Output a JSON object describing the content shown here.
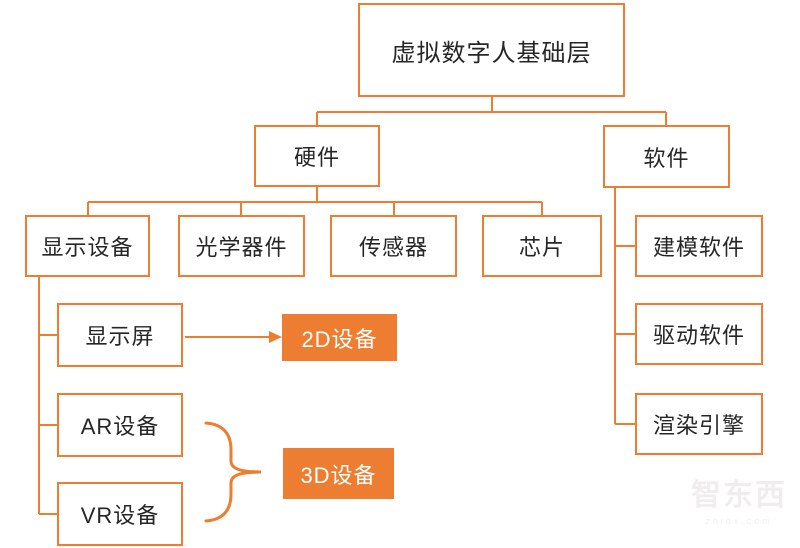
{
  "diagram": {
    "title": "虚拟数字人基础层",
    "nodes": {
      "root": "虚拟数字人基础层",
      "hardware": "硬件",
      "software": "软件",
      "display_device": "显示设备",
      "optical_components": "光学器件",
      "sensor": "传感器",
      "chip": "芯片",
      "display_screen": "显示屏",
      "ar_device": "AR设备",
      "vr_device": "VR设备",
      "device_2d": "2D设备",
      "device_3d": "3D设备",
      "modeling_software": "建模软件",
      "driver_software": "驱动软件",
      "render_engine": "渲染引擎"
    },
    "edges": [
      {
        "from": "root",
        "to": "hardware"
      },
      {
        "from": "root",
        "to": "software"
      },
      {
        "from": "hardware",
        "to": "display_device"
      },
      {
        "from": "hardware",
        "to": "optical_components"
      },
      {
        "from": "hardware",
        "to": "sensor"
      },
      {
        "from": "hardware",
        "to": "chip"
      },
      {
        "from": "software",
        "to": "modeling_software"
      },
      {
        "from": "software",
        "to": "driver_software"
      },
      {
        "from": "software",
        "to": "render_engine"
      },
      {
        "from": "display_device",
        "to": "display_screen"
      },
      {
        "from": "display_device",
        "to": "ar_device"
      },
      {
        "from": "display_device",
        "to": "vr_device"
      },
      {
        "from": "display_screen",
        "to": "device_2d",
        "style": "arrow"
      },
      {
        "from": "ar_device",
        "to": "device_3d",
        "style": "brace"
      },
      {
        "from": "vr_device",
        "to": "device_3d",
        "style": "brace"
      }
    ]
  },
  "colors": {
    "accent": "#ED7D31",
    "node_text": "#262626",
    "filled_node_text": "#FFFFFF",
    "background": "#FFFFFF"
  },
  "watermark": {
    "text": "智东西",
    "subtext": "zhidx.com"
  }
}
